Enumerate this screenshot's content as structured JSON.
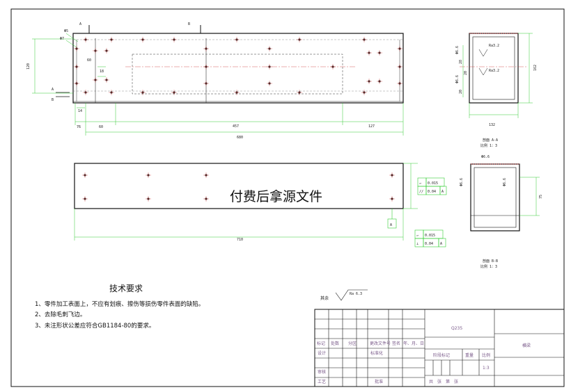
{
  "watermark": "付费后拿源文件",
  "title_block": {
    "material": "Q235",
    "part_name": "横梁",
    "row_labels": [
      "标记",
      "处数",
      "分区",
      "更改文件号",
      "签名",
      "年、月、日"
    ],
    "design": "设计",
    "standardize": "标准化",
    "review": "审核",
    "process": "工艺",
    "approve": "批准",
    "stage_mark": "阶段标记",
    "weight": "重量",
    "scale_label": "比例",
    "scale_value": "1:3",
    "sheets": "共　张　第　张"
  },
  "tech_requirements": {
    "title": "技术要求",
    "items": [
      "1、零件加工表面上，不应有划痕、擦伤等损伤零件表面的缺陷。",
      "2、去除毛刺飞边。",
      "3、未注形状公差应符合GB1184-80的要求。"
    ]
  },
  "roughness_note": {
    "prefix": "其余",
    "value": "Ra 6.3"
  },
  "section_aa": {
    "title": "剖面 A-A",
    "scale": "比例 1：3",
    "width_dim": "132",
    "height_dim": "162",
    "ra1": "Ra3.2",
    "ra2": "Ra3.2",
    "small_dims": [
      "Φ6.6",
      "28",
      "Φ6.6",
      "20",
      "20"
    ]
  },
  "section_bb": {
    "title": "剖面 B-B",
    "scale": "比例 1：3",
    "dims": [
      "Φ6.6",
      "Φ6.6",
      "Φ6.6",
      "75"
    ]
  },
  "front_view": {
    "dims": {
      "overall": "680",
      "mid": "457",
      "right": "127",
      "left_offset": "76",
      "left_second": "60",
      "height": "120",
      "hole_spacing": "60",
      "hole_small": "18",
      "bottom_small": "14",
      "hole_phi1": "Φ5",
      "hole_phi2": "Φ7"
    },
    "section_marks": [
      "A",
      "A",
      "B",
      "B"
    ]
  },
  "bottom_view": {
    "overall": "710",
    "datum": "A",
    "tol1": {
      "symbol": "▱",
      "value": "0.015"
    },
    "tol2": {
      "symbol": "//",
      "value": "0.04",
      "datum": "A"
    },
    "tol3": {
      "symbol": "▱",
      "value": "0.015"
    },
    "tol4": {
      "symbol": "⊥",
      "value": "0.04",
      "datum": "A"
    }
  }
}
